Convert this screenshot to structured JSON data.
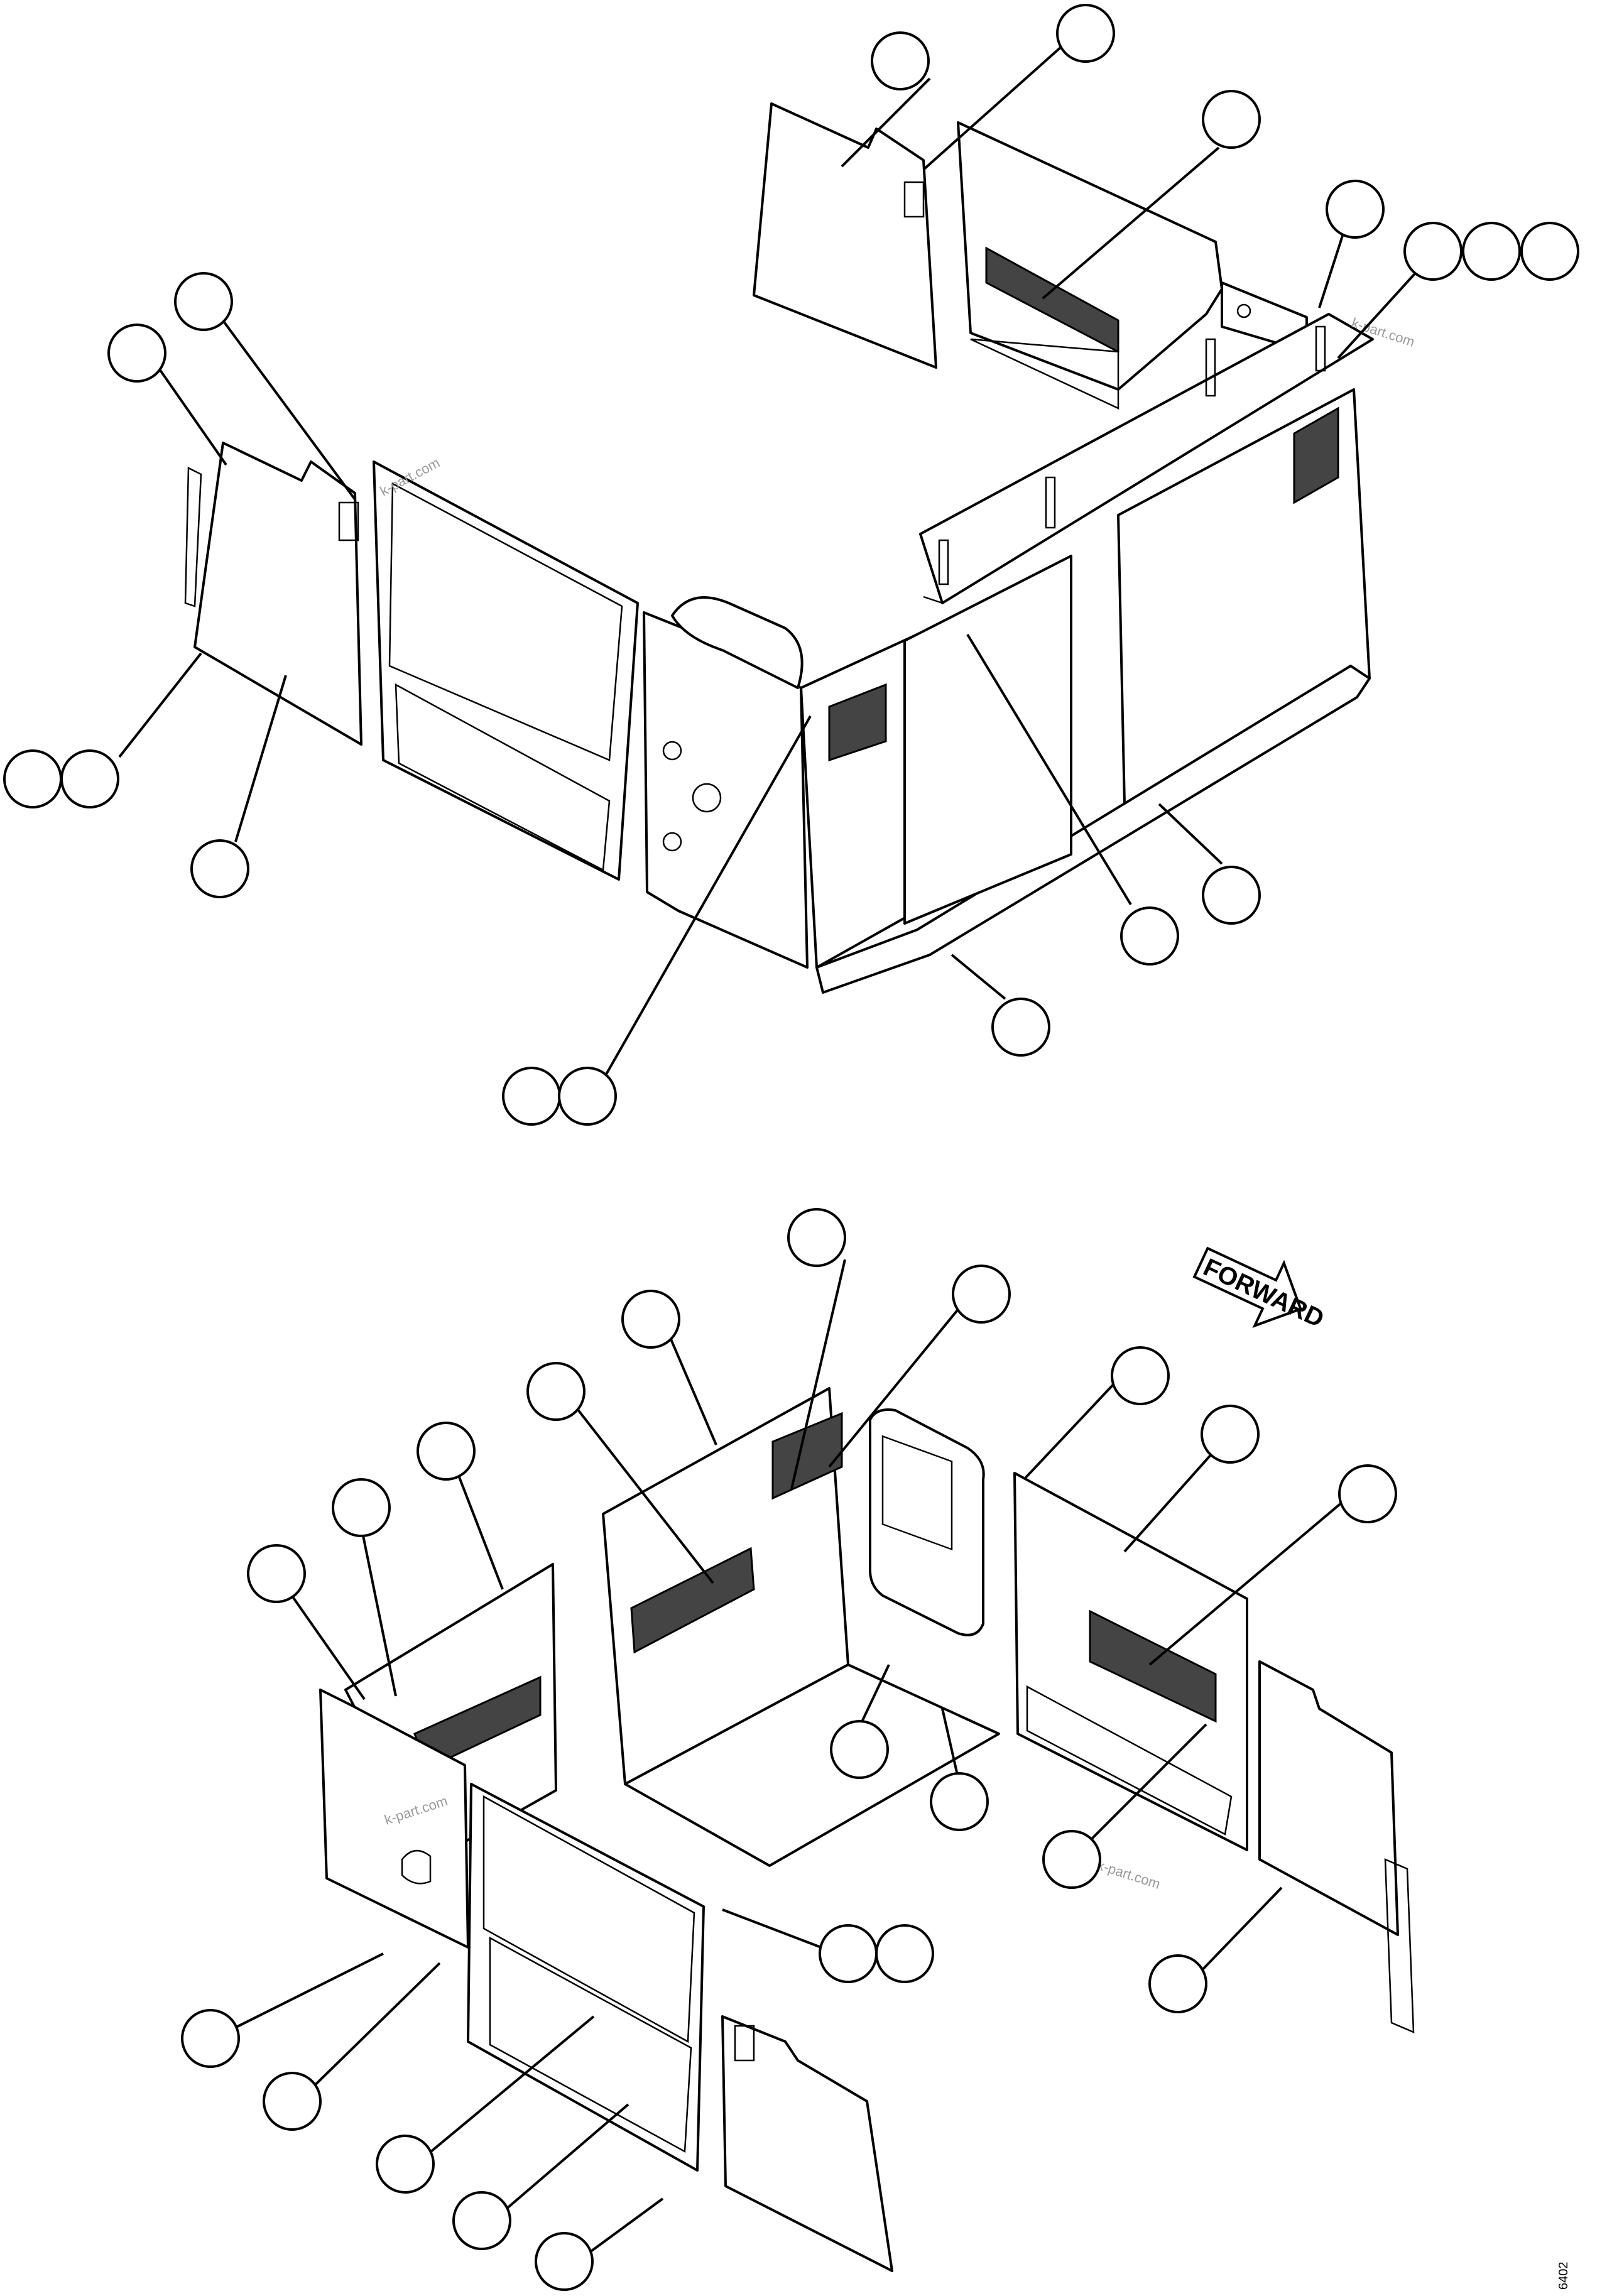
{
  "forward_arrow_label": "FORWARD",
  "watermark_text": "k-part.com",
  "page_code": "6402"
}
